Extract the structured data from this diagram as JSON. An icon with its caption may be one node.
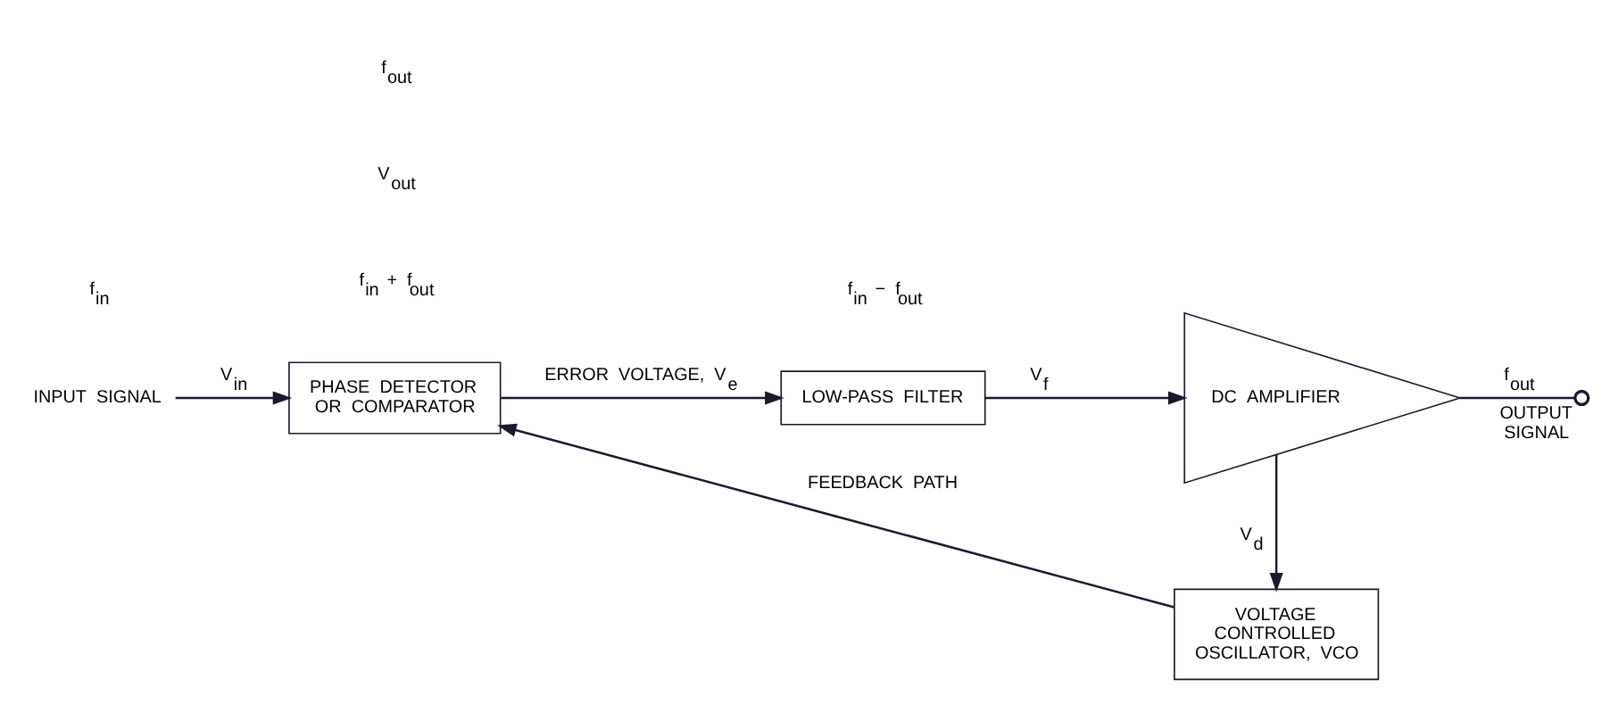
{
  "diagram": {
    "nodes": [
      {
        "text": [
          "INPUT SIGNAL"
        ]
      },
      {
        "text": [
          "PHASE DETECTOR OR COMPARATOR"
        ]
      },
      {
        "text": [
          "LOW-PASS FILTER"
        ]
      },
      {
        "text": [
          "DC AMPLIFIER"
        ]
      },
      {
        "text": [],
        "shape": "circle",
        "beside": [
          "OUTPUT SIGNAL"
        ]
      },
      {
        "text": [
          "VOLTAGE CONTROLLED OSCILLATOR, VCO"
        ]
      }
    ],
    "edges": [
      {
        "from": 0,
        "to": 1,
        "arrow": "to",
        "label": "V$_{in}$"
      },
      {
        "from": 1,
        "to": 2,
        "arrow": "to",
        "label": "ERROR VOLTAGE, V$_{e}$"
      },
      {
        "from": 2,
        "to": 3,
        "arrow": "to",
        "label": "V$_{f}$"
      },
      {
        "from": 3,
        "to": 4,
        "arrow": "none",
        "label": "f$_{out}$"
      },
      {
        "from": 3,
        "to": 5,
        "arrow": "to",
        "label": "V$_{d}$"
      },
      {
        "from": 5,
        "to": 1,
        "arrow": "to",
        "label": "FEEDBACK PATH"
      }
    ],
    "labels": [
      "f$_{in}$",
      "f$_{in}$ + f$_{out}$",
      "f$_{in}$ − f$_{out}$",
      "V$_{out}$",
      "f$_{out}$"
    ]
  }
}
